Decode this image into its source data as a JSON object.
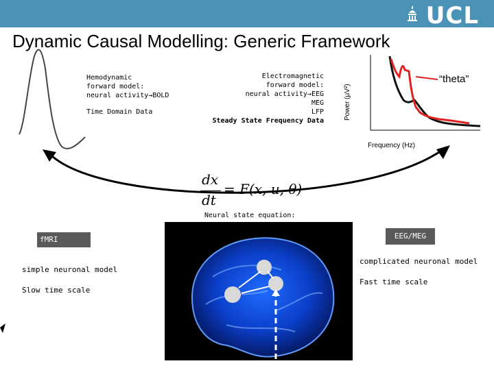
{
  "header": {
    "logo_text": "UCL",
    "title": "Dynamic Causal Modelling: Generic Framework"
  },
  "left_panel": {
    "hemodynamic_lines": [
      "Hemodynamic",
      "forward model:",
      "neural activity→BOLD"
    ],
    "time_domain": "Time Domain Data"
  },
  "right_panel": {
    "em_lines": [
      "Electromagnetic",
      "forward model:",
      "neural activity→EEG",
      "MEG",
      "LFP"
    ],
    "em_bold": "Steady State Frequency Data",
    "spectrum_ylabel": "Power (μV²)",
    "spectrum_xlabel": "Frequency (Hz)",
    "theta_label": "“theta”"
  },
  "equation": {
    "numerator": "dx",
    "denominator": "dt",
    "rhs": "= F(x, u, θ)",
    "caption": "Neural state equation:"
  },
  "fmri": {
    "badge": "fMRI",
    "model": "simple neuronal model",
    "timescale": "Slow time scale"
  },
  "eeg": {
    "badge": "EEG/MEG",
    "model": "complicated neuronal model",
    "timescale": "Fast time scale"
  },
  "colors": {
    "header": "#4a93b6",
    "badge": "#5a5a5a",
    "spectrum_data": "#e02020",
    "spectrum_model": "#111111",
    "brain_glow": "#1a5cff"
  },
  "icons": [
    "ucl-dome-icon",
    "bold-curve-icon",
    "spectrum-plot-icon",
    "brain-network-icon"
  ]
}
